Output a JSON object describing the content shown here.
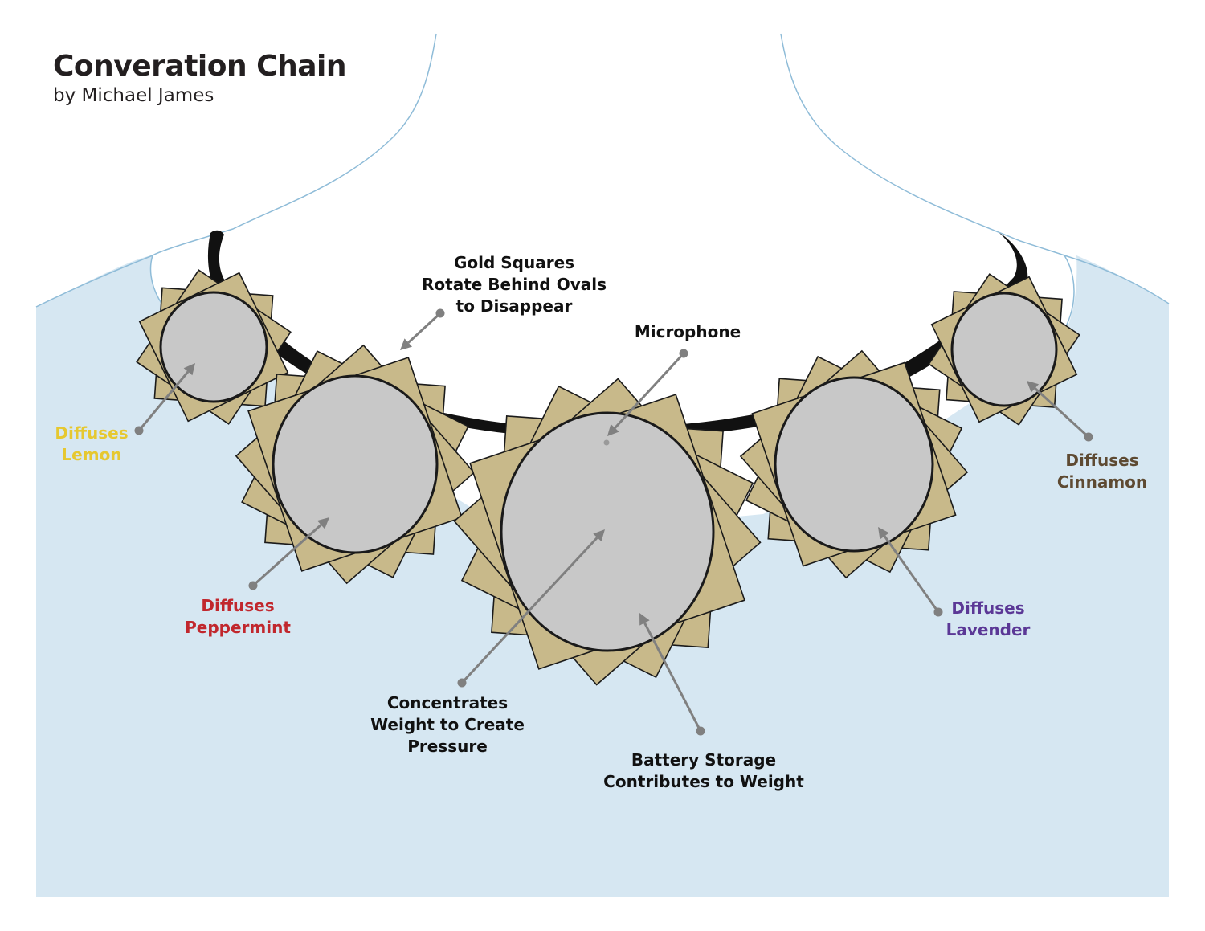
{
  "title": "Converation Chain",
  "byline": "by Michael James",
  "colors": {
    "background": "#ffffff",
    "shirt": "#d6e7f2",
    "neck_line": "#8fbcd8",
    "chain": "#111111",
    "petal": "#c8b98a",
    "petal_edge": "#1a1a1a",
    "oval": "#c8c8c8",
    "arrow": "#808080",
    "text_dark": "#111111",
    "lemon": "#e6c830",
    "peppermint": "#c1272d",
    "lavender": "#5b3896",
    "cinnamon": "#5e4a32"
  },
  "labels": {
    "gold_squares": [
      "Gold Squares",
      "Rotate Behind Ovals",
      "to Disappear"
    ],
    "microphone": [
      "Microphone"
    ],
    "lemon": [
      "Diffuses",
      "Lemon"
    ],
    "peppermint": [
      "Diffuses",
      "Peppermint"
    ],
    "concentrates": [
      "Concentrates",
      "Weight to Create",
      "Pressure"
    ],
    "battery": [
      "Battery Storage",
      "Contributes to Weight"
    ],
    "lavender": [
      "Diffuses",
      "Lavender"
    ],
    "cinnamon": [
      "Diffuses",
      "Cinnamon"
    ]
  }
}
